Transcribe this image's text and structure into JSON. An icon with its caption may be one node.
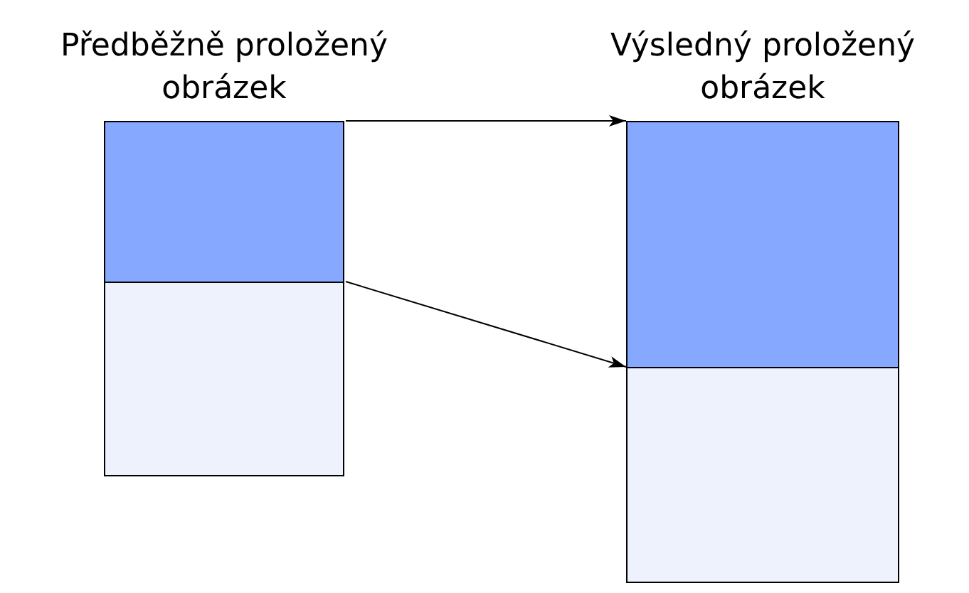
{
  "diagram": {
    "nodes": [
      {
        "text": [
          "Předběžně proložený obrázek"
        ]
      },
      {
        "text": [],
        "shape": "box",
        "in": 0
      },
      {
        "text": [],
        "shape": "box",
        "in": 0
      },
      {
        "text": [
          "Výsledný proložený obrázek"
        ]
      },
      {
        "text": [],
        "shape": "box",
        "in": 3
      },
      {
        "text": [],
        "shape": "box",
        "in": 3
      }
    ],
    "edges": [
      {
        "from": 1,
        "to": 4,
        "arrow": "to"
      },
      {
        "from": 2,
        "to": 5,
        "arrow": "to"
      }
    ]
  }
}
